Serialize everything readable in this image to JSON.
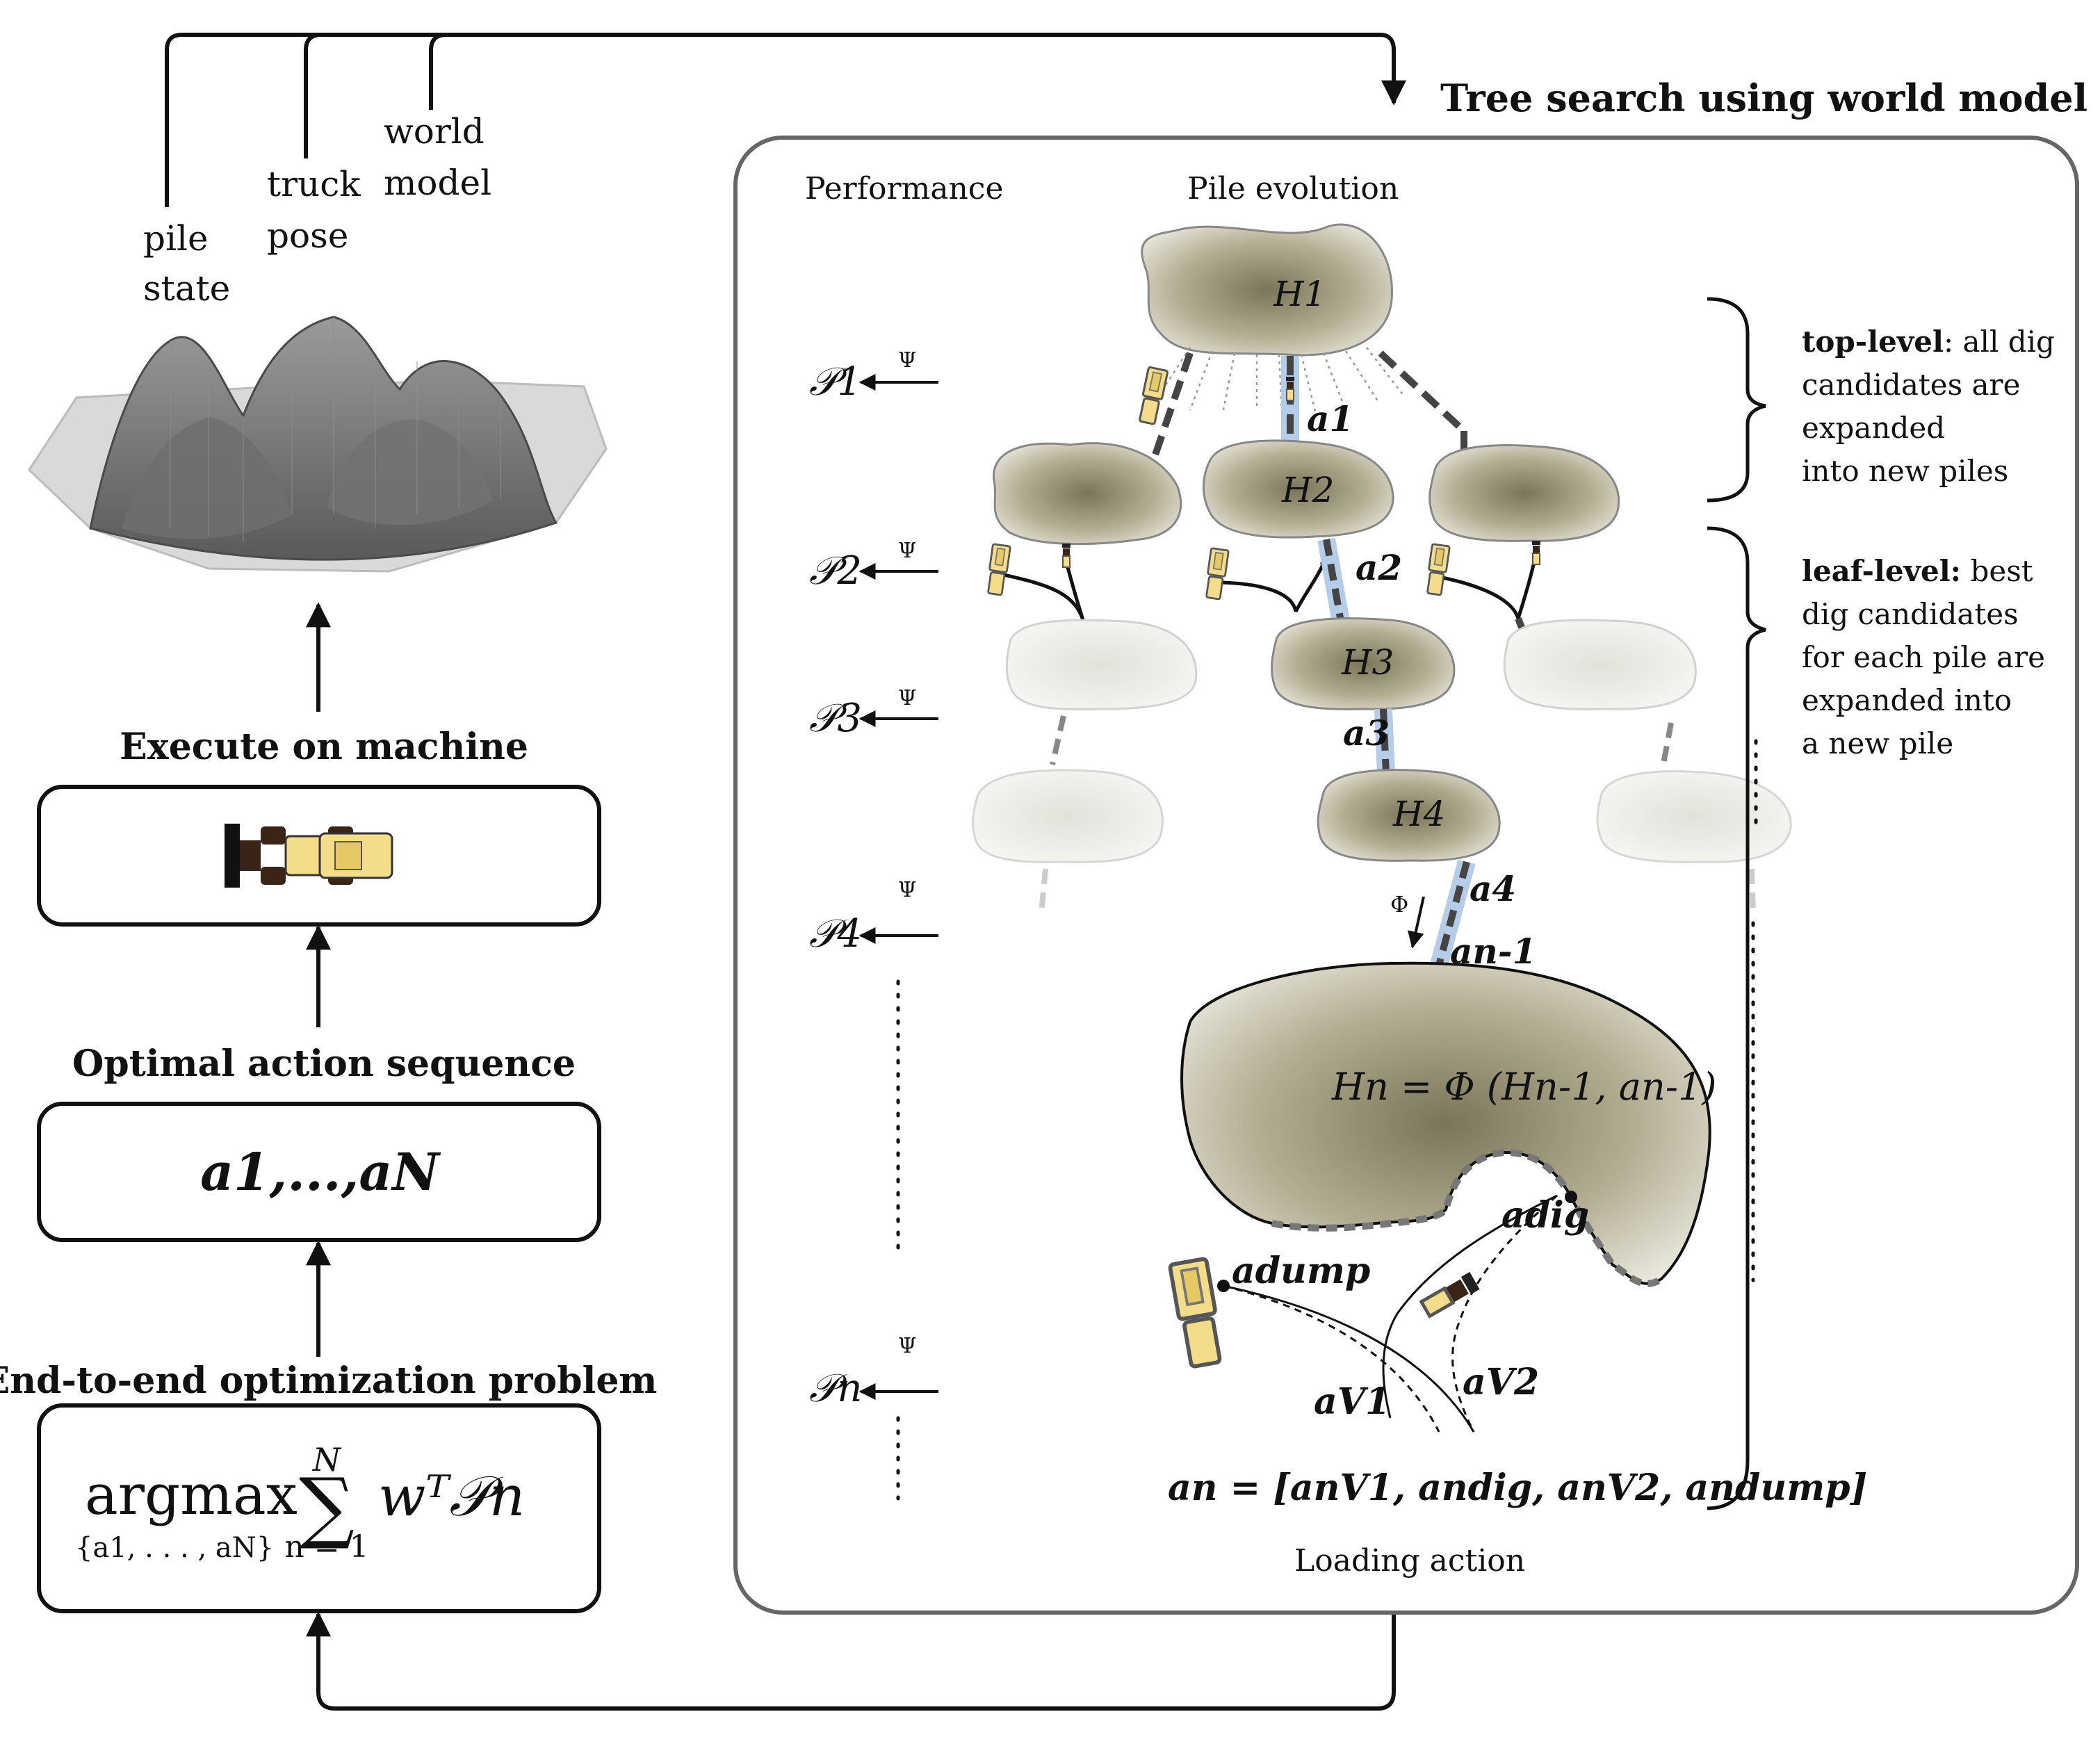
{
  "inputs": {
    "pile_state": [
      "pile",
      "state"
    ],
    "truck_pose": [
      "truck",
      "pose"
    ],
    "world_model": [
      "world",
      "model"
    ]
  },
  "left_column": {
    "execute_label": "Execute on machine",
    "optimal_label": "Optimal action sequence",
    "action_sequence": "a1,...,aN",
    "e2e_label": "End-to-end optimization problem",
    "objective": {
      "operator": "argmax",
      "sum_upper": "N",
      "sum_lower": "n = 1",
      "subscript": "{a1, . . . , aN}",
      "term": "wᵀ𝒫n"
    }
  },
  "tree_panel": {
    "title": "Tree search using world model",
    "performance_header": "Performance",
    "pile_header": "Pile evolution",
    "psi": "Ψ",
    "phi": "Φ",
    "performance_levels": [
      "𝒫1",
      "𝒫2",
      "𝒫3",
      "𝒫4",
      "𝒫n"
    ],
    "piles": [
      "H1",
      "H2",
      "H3",
      "H4"
    ],
    "actions": [
      "a1",
      "a2",
      "a3",
      "a4",
      "an-1"
    ],
    "final_pile_eq": "Hn = Φ (Hn-1, an-1)",
    "loading_labels": {
      "dump": "adump",
      "dig": "adig",
      "v1": "aV1",
      "v2": "aV2"
    },
    "loading_eq": "an = [anV1, andig, anV2, andump]",
    "loading_caption": "Loading action",
    "annotations": [
      {
        "bold": "top-level",
        "rest": ": all dig",
        "lines": [
          "candidates are",
          "expanded",
          "into new piles"
        ]
      },
      {
        "bold": "leaf-level:",
        "rest": " best",
        "lines": [
          "dig candidates",
          "for each pile are",
          "expanded into",
          "a new pile"
        ]
      }
    ]
  },
  "colors": {
    "pile_center": "#7a7558",
    "pile_edge": "#efeee6",
    "highlight_path": "#b5cde9",
    "truck": "#f3dc8a",
    "loader_dark": "#3a2418"
  }
}
